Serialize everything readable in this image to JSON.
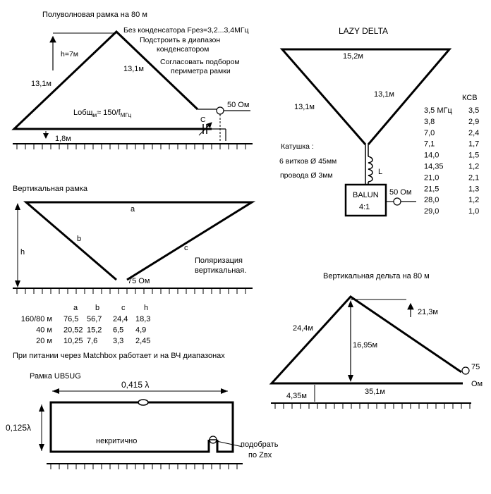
{
  "d1": {
    "title": "Полуволновая рамка на 80 м",
    "note1": "Без конденсатора Fрез=3,2...3,4МГц",
    "note2": "Подстроить в диапазон",
    "note3": "конденсатором",
    "note4": "Согласовать подбором",
    "note5": "периметра рамки",
    "h": "h=7м",
    "left": "13,1м",
    "right": "13,1м",
    "formula": "Lобщ",
    "formula_sub": "м",
    "formula_tail": "≈ 150/f",
    "formula_sub2": "МГц",
    "c": "C",
    "feed": "50 Ом",
    "height": "1,8м"
  },
  "d2": {
    "title": "LAZY DELTA",
    "top": "15,2м",
    "left": "13,1м",
    "right": "13,1м",
    "coil1": "Катушка  :",
    "coil2": "6 витков Ø 45мм",
    "coil3": "провода Ø 3мм",
    "L": "L",
    "balun1": "BALUN",
    "balun2": "4:1",
    "feed": "50 Ом",
    "ksv_head": "КСВ",
    "table": [
      [
        "3,5 МГц",
        "3,5"
      ],
      [
        "3,8",
        "2,9"
      ],
      [
        "7,0",
        "2,4"
      ],
      [
        "7,1",
        "1,7"
      ],
      [
        "14,0",
        "1,5"
      ],
      [
        "14,35",
        "1,2"
      ],
      [
        "21,0",
        "2,1"
      ],
      [
        "21,5",
        "1,3"
      ],
      [
        "28,0",
        "1,2"
      ],
      [
        "29,0",
        "1,0"
      ]
    ]
  },
  "d3": {
    "title": "Вертикальная рамка",
    "a": "a",
    "b": "b",
    "c": "c",
    "h": "h",
    "pol1": "Поляризация",
    "pol2": "вертикальная.",
    "feed": "75 Ом",
    "headers": [
      "a",
      "b",
      "c",
      "h"
    ],
    "rows": [
      [
        "160/80 м",
        "76,5",
        "56,7",
        "24,4",
        "18,3"
      ],
      [
        "40 м",
        "20,52",
        "15,2",
        "6,5",
        "4,9"
      ],
      [
        "20 м",
        "10,25",
        "7,6",
        "3,3",
        "2,45"
      ]
    ],
    "note": "При питании через Matchbox работает и на ВЧ диапазонах"
  },
  "d4": {
    "title": "Вертикальная дельта на 80 м",
    "left": "24,4м",
    "mid": "16,95м",
    "top": "21,3м",
    "base": "35,1м",
    "height": "4,35м",
    "feed1": "75",
    "feed2": "Ом"
  },
  "d5": {
    "title": "Рамка UB5UG",
    "width": "0,415 λ",
    "height": "0,125λ",
    "note": "некритично",
    "match1": "подобрать",
    "match2": "по Zвх"
  }
}
